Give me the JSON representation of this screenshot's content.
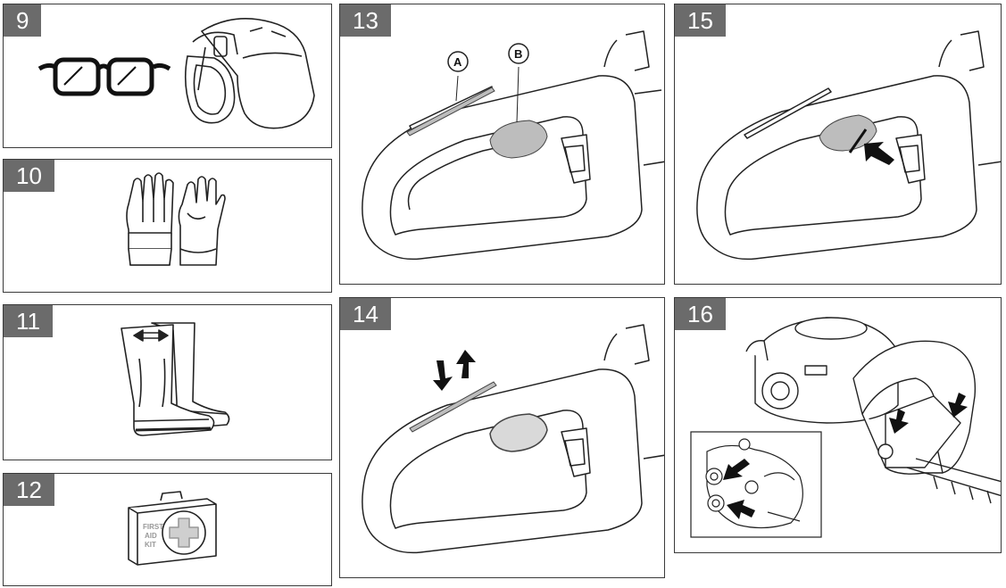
{
  "panels": {
    "p9": {
      "number": "9"
    },
    "p10": {
      "number": "10"
    },
    "p11": {
      "number": "11"
    },
    "p12": {
      "number": "12",
      "kit_line1": "FIRST",
      "kit_line2": "AID",
      "kit_line3": "KIT"
    },
    "p13": {
      "number": "13",
      "callout_a": "A",
      "callout_b": "B"
    },
    "p14": {
      "number": "14"
    },
    "p15": {
      "number": "15"
    },
    "p16": {
      "number": "16"
    }
  },
  "icons": [
    "safety-glasses-icon",
    "ear-protection-visor-icon",
    "gloves-icon",
    "boots-icon",
    "first-aid-kit-icon"
  ]
}
